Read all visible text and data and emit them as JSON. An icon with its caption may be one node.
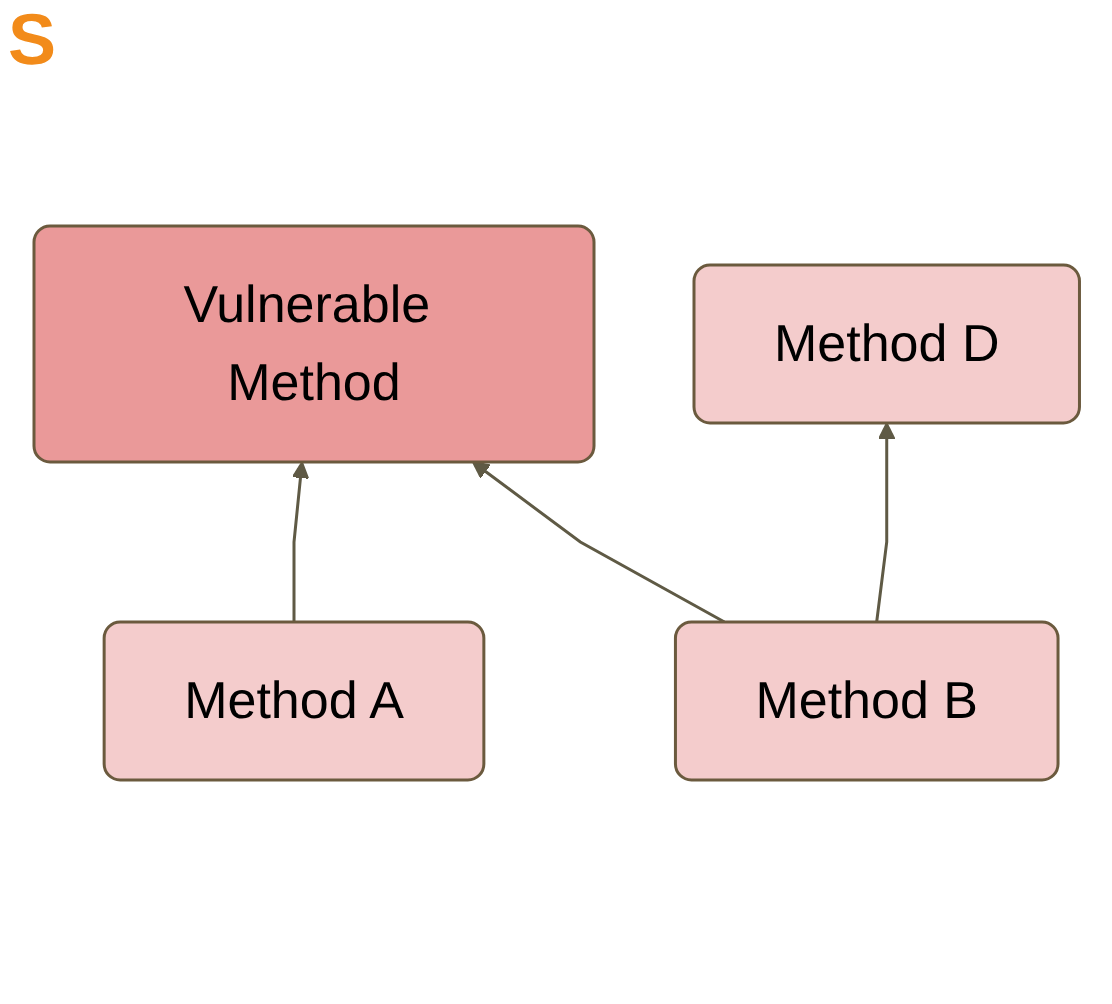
{
  "diagram": {
    "nodes": [
      {
        "text": [
          "Vulnerable Method"
        ]
      },
      {
        "text": [
          "Method A"
        ]
      },
      {
        "text": [
          "Method B"
        ]
      },
      {
        "text": [
          "Method D"
        ]
      }
    ],
    "edges": [
      {
        "from": 1,
        "to": 0,
        "arrow": "to"
      },
      {
        "from": 2,
        "to": 0,
        "arrow": "to"
      },
      {
        "from": 2,
        "to": 3,
        "arrow": "to"
      }
    ],
    "labels": [
      "S"
    ]
  }
}
